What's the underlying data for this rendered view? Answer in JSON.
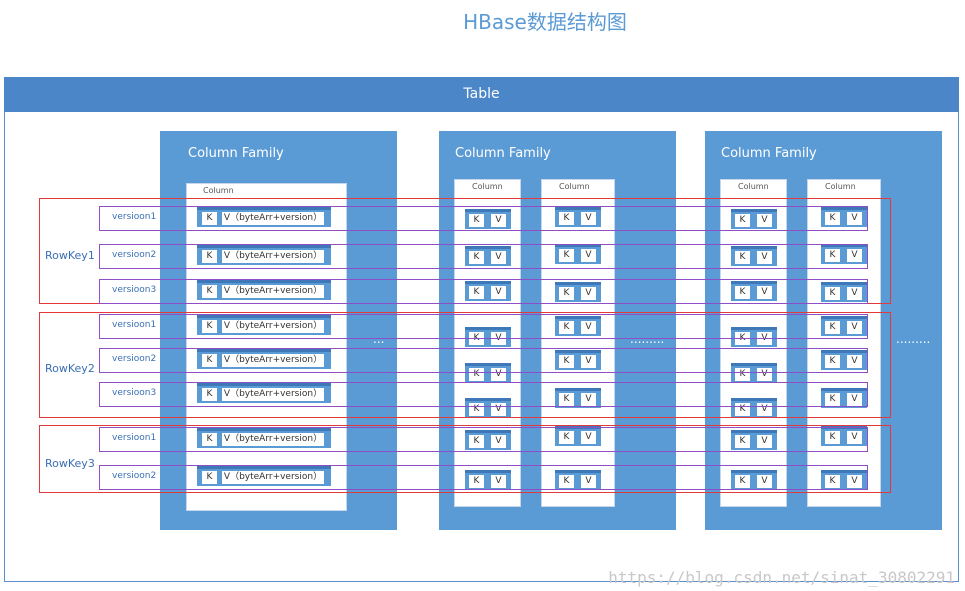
{
  "title": "HBase数据结构图",
  "table_label": "Table",
  "column_family_label": "Column Family",
  "column_label": "Column",
  "key_label": "K",
  "value_label": "V",
  "value_wide_label": "V（byteArr+version）",
  "row_keys": [
    "RowKey1",
    "RowKey2",
    "RowKey3"
  ],
  "versions": [
    "versioon1",
    "versioon2",
    "versioon3",
    "versioon1",
    "versioon2",
    "versioon3",
    "versioon1",
    "versioon2"
  ],
  "ellipsis_short": "...",
  "ellipsis_long": ".........",
  "watermark": "https://blog.csdn.net/sinat_30802291",
  "colors": {
    "cf_fill": "#5b9bd5",
    "header_fill": "#4a86c8",
    "row_border": "#e23a3a",
    "version_border": "#8e4fc6",
    "title": "#5b9bd5"
  }
}
